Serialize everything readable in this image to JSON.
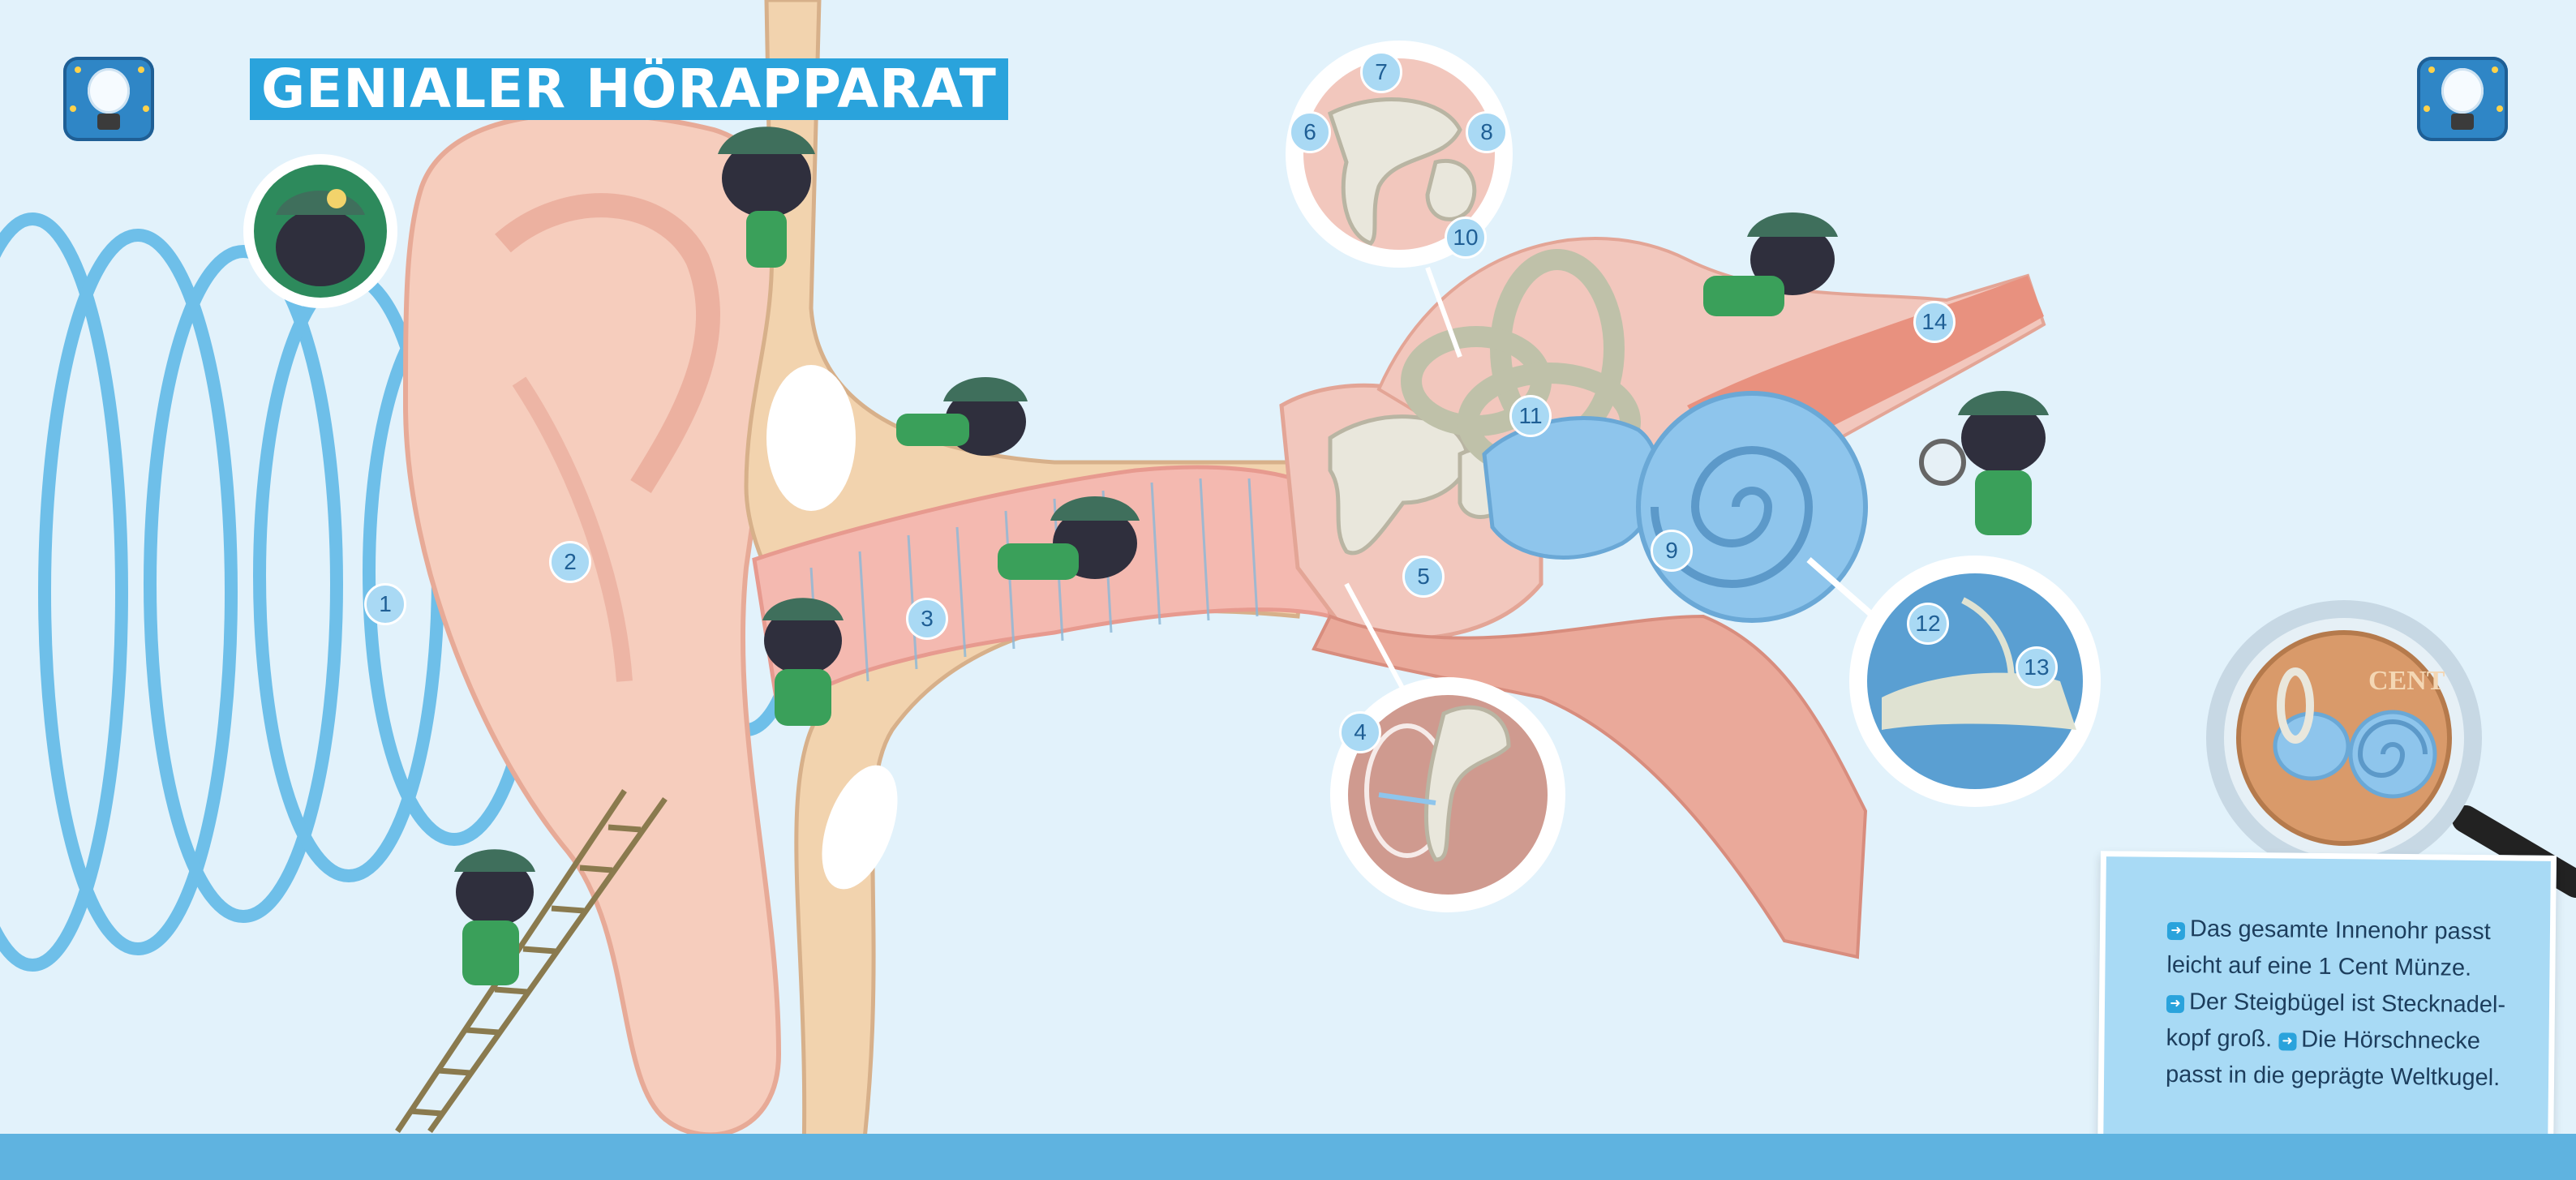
{
  "title": "GENIALER HÖRAPPARAT",
  "icons": {
    "left": "lightbulb-icon",
    "right": "lightbulb-icon"
  },
  "markers": [
    "1",
    "2",
    "3",
    "4",
    "5",
    "6",
    "7",
    "8",
    "9",
    "10",
    "11",
    "12",
    "13",
    "14"
  ],
  "info": {
    "fact1": "Das gesamte Innenohr passt leicht auf eine 1 Cent Münze.",
    "fact2": "Der Steigbügel ist Stecknadel-kopf groß.",
    "fact3": "Die Hörschnecke passt in die geprägte Weltkugel.",
    "coin_text": "CENT"
  },
  "colors": {
    "background": "#e2f2fb",
    "title_bg": "#2aa3dc",
    "sound_waves": "#5ab7e6",
    "skin": "#f6cdbd",
    "inner_ear": "#8ec5ec",
    "info_bg": "#a8daf5"
  }
}
